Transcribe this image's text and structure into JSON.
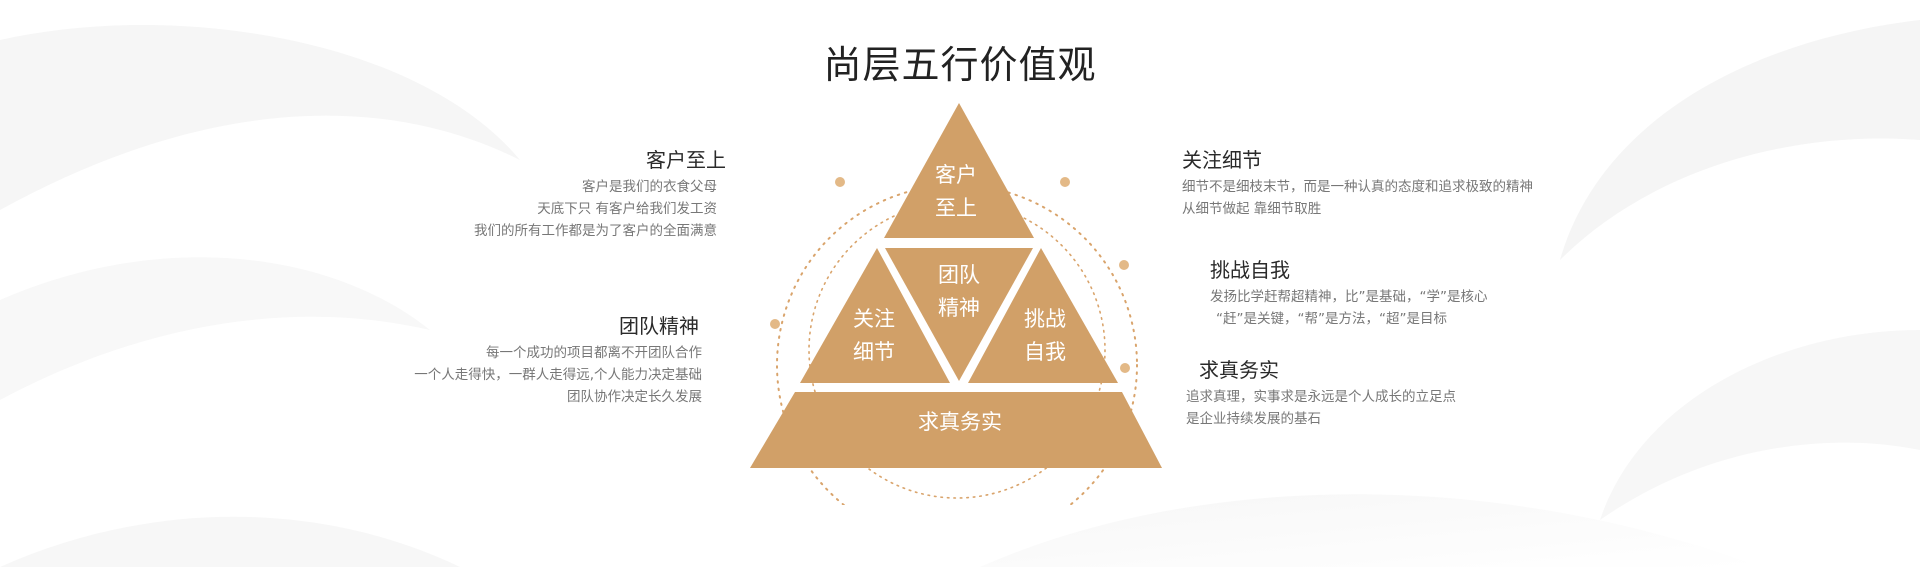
{
  "title": "尚层五行价值观",
  "colors": {
    "accent": "#d1a068",
    "dot": "#d9a46c",
    "title_text": "#222222",
    "body_text": "#777777"
  },
  "pyramid": {
    "top": [
      "客户",
      "至上"
    ],
    "center": [
      "团队",
      "精神"
    ],
    "left": [
      "关注",
      "细节"
    ],
    "right": [
      "挑战",
      "自我"
    ],
    "base": "求真务实"
  },
  "values": {
    "customer": {
      "title": "客户至上",
      "lines": [
        "客户是我们的衣食父母",
        "天底下只 有客户给我们发工资",
        "我们的所有工作都是为了客户的全面满意"
      ]
    },
    "team": {
      "title": "团队精神",
      "lines": [
        "每一个成功的项目都离不开团队合作",
        "一个人走得快，一群人走得远,个人能力决定基础",
        "团队协作决定长久发展"
      ]
    },
    "detail": {
      "title": "关注细节",
      "lines": [
        "细节不是细枝末节，而是一种认真的态度和追求极致的精神",
        "从细节做起 靠细节取胜"
      ]
    },
    "challenge": {
      "title": "挑战自我",
      "lines": [
        "发扬比学赶帮超精神，比”是基础，“学”是核心",
        "“赶”是关键，“帮”是方法，“超”是目标"
      ]
    },
    "truth": {
      "title": "求真务实",
      "lines": [
        "追求真理，实事求是永远是个人成长的立足点",
        "是企业持续发展的基石"
      ]
    }
  }
}
